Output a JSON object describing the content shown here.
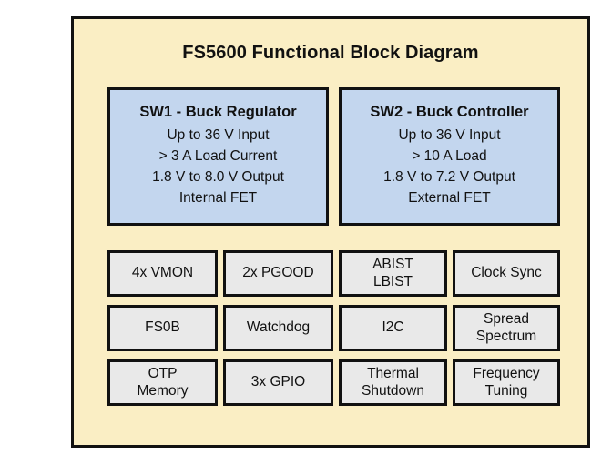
{
  "diagram": {
    "title": "FS5600 Functional Block Diagram",
    "colors": {
      "background": "#faeec4",
      "border": "#111111",
      "regulator_block_fill": "#c3d6ee",
      "feature_block_fill": "#e9e9e9",
      "text": "#111111"
    },
    "regulator_blocks": [
      {
        "name": "sw1",
        "title": "SW1 - Buck Regulator",
        "specs": [
          "Up to 36 V Input",
          "> 3 A Load Current",
          "1.8 V to 8.0 V Output",
          "Internal FET"
        ]
      },
      {
        "name": "sw2",
        "title": "SW2 - Buck Controller",
        "specs": [
          "Up to 36 V Input",
          "> 10 A Load",
          "1.8 V to 7.2 V Output",
          "External FET"
        ]
      }
    ],
    "feature_blocks": [
      {
        "name": "vmon",
        "lines": [
          "4x VMON"
        ]
      },
      {
        "name": "pgood",
        "lines": [
          "2x PGOOD"
        ]
      },
      {
        "name": "abist-lbist",
        "lines": [
          "ABIST",
          "LBIST"
        ]
      },
      {
        "name": "clock-sync",
        "lines": [
          "Clock Sync"
        ]
      },
      {
        "name": "fs0b",
        "lines": [
          "FS0B"
        ]
      },
      {
        "name": "watchdog",
        "lines": [
          "Watchdog"
        ]
      },
      {
        "name": "i2c",
        "lines": [
          "I2C"
        ]
      },
      {
        "name": "spread-spectrum",
        "lines": [
          "Spread",
          "Spectrum"
        ]
      },
      {
        "name": "otp-memory",
        "lines": [
          "OTP",
          "Memory"
        ]
      },
      {
        "name": "gpio",
        "lines": [
          "3x GPIO"
        ]
      },
      {
        "name": "thermal-shutdown",
        "lines": [
          "Thermal",
          "Shutdown"
        ]
      },
      {
        "name": "frequency-tuning",
        "lines": [
          "Frequency",
          "Tuning"
        ]
      }
    ]
  }
}
